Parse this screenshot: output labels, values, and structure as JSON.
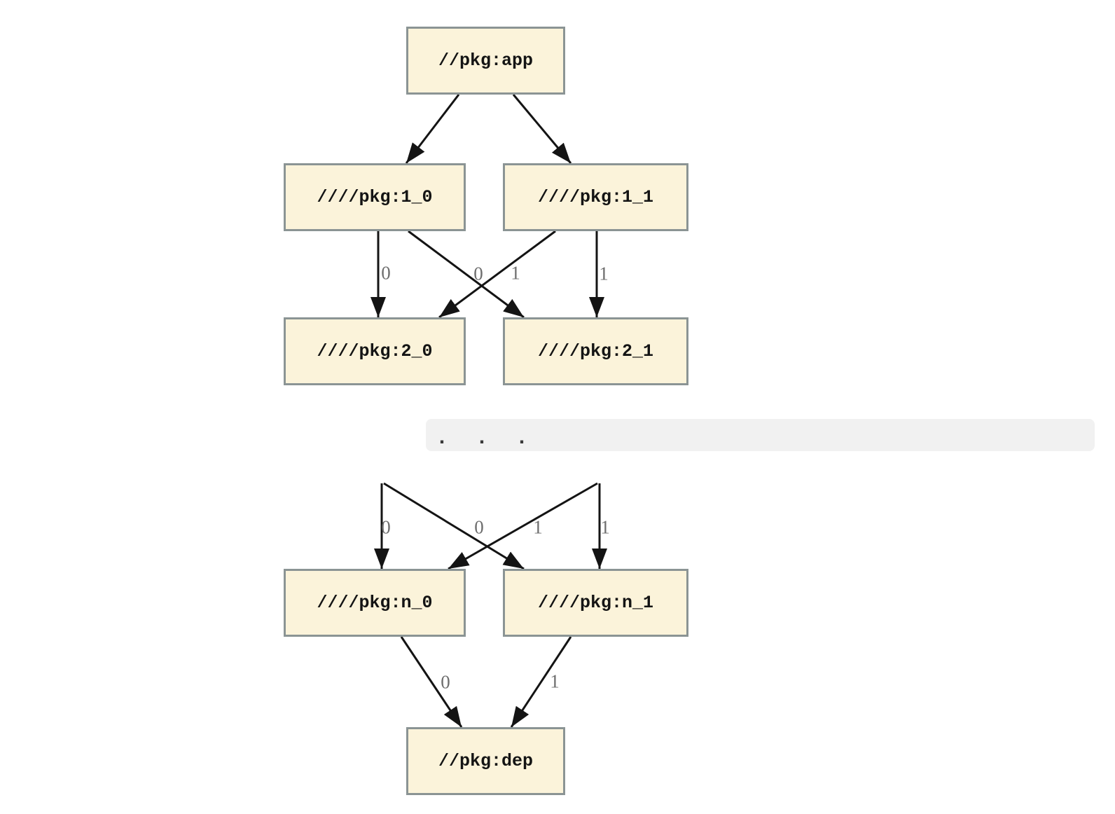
{
  "diagram": {
    "type": "dependency-graph",
    "nodes": [
      {
        "id": "app",
        "label": "//pkg:app"
      },
      {
        "id": "1_0",
        "label": "////pkg:1_0"
      },
      {
        "id": "1_1",
        "label": "////pkg:1_1"
      },
      {
        "id": "2_0",
        "label": "////pkg:2_0"
      },
      {
        "id": "2_1",
        "label": "////pkg:2_1"
      },
      {
        "id": "n_0",
        "label": "////pkg:n_0"
      },
      {
        "id": "n_1",
        "label": "////pkg:n_1"
      },
      {
        "id": "dep",
        "label": "//pkg:dep"
      }
    ],
    "ellipsis": ".  .  .",
    "edges": [
      {
        "from": "//pkg:app",
        "to": "////pkg:1_0",
        "label": ""
      },
      {
        "from": "//pkg:app",
        "to": "////pkg:1_1",
        "label": ""
      },
      {
        "from": "////pkg:1_0",
        "to": "////pkg:2_0",
        "label": "0"
      },
      {
        "from": "////pkg:1_0",
        "to": "////pkg:2_1",
        "label": "1"
      },
      {
        "from": "////pkg:1_1",
        "to": "////pkg:2_0",
        "label": "0"
      },
      {
        "from": "////pkg:1_1",
        "to": "////pkg:2_1",
        "label": "1"
      },
      {
        "from": "…",
        "to": "////pkg:n_0",
        "label": "0"
      },
      {
        "from": "…",
        "to": "////pkg:n_1",
        "label": "1"
      },
      {
        "from": "…",
        "to": "////pkg:n_0",
        "label": "0"
      },
      {
        "from": "…",
        "to": "////pkg:n_1",
        "label": "1"
      },
      {
        "from": "////pkg:n_0",
        "to": "//pkg:dep",
        "label": "0"
      },
      {
        "from": "////pkg:n_1",
        "to": "//pkg:dep",
        "label": "1"
      }
    ],
    "colors": {
      "node_fill": "#FBF3DA",
      "node_border": "#8B9494",
      "edge": "#141414",
      "edge_label": "#6E6E6E",
      "band_fill": "#F1F1F1",
      "ellipsis_dots": "#3A3A3A"
    }
  }
}
